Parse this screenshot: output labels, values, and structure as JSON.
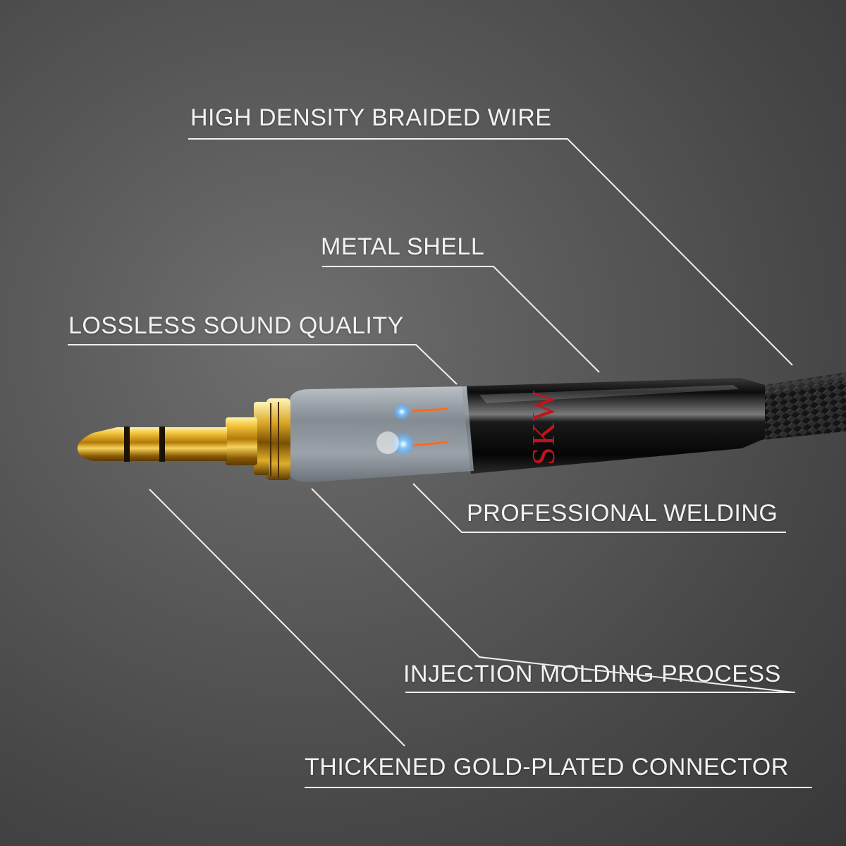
{
  "callouts": {
    "braided_wire": "HIGH DENSITY BRAIDED WIRE",
    "metal_shell": "METAL SHELL",
    "lossless": "LOSSLESS SOUND QUALITY",
    "welding": "PROFESSIONAL WELDING",
    "injection": "INJECTION MOLDING PROCESS",
    "gold_connector": "THICKENED GOLD-PLATED CONNECTOR"
  },
  "product": {
    "brand_mark": "SKW"
  },
  "colors": {
    "background": "#5a5a5a",
    "callout_text": "#f2f2f2",
    "gold": "#d4a012",
    "shell": "#0d0d0d",
    "brand_red": "#c0141c",
    "wire_glow": "#ff6a1a",
    "blue_glow": "#4fa8ff"
  }
}
